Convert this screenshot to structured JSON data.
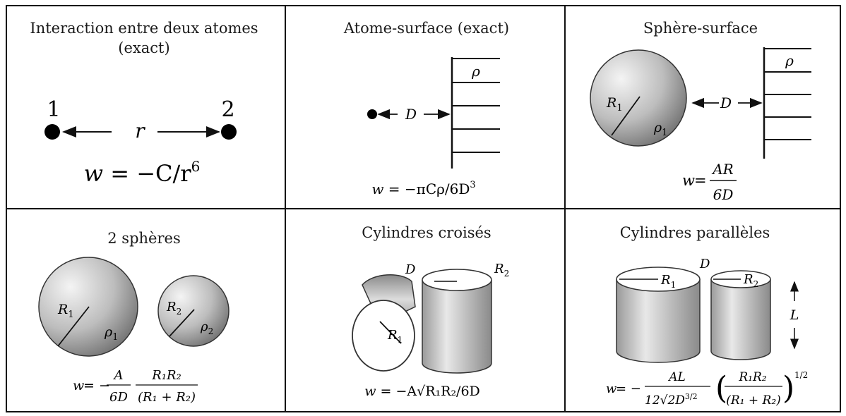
{
  "cells": [
    {
      "title_lines": [
        "Interaction entre deux atomes",
        "(exact)"
      ],
      "labels": {
        "atom1": "1",
        "atom2": "2",
        "r": "r"
      },
      "formula": {
        "w": "w",
        "eq": " = −C/r",
        "exp": "6"
      }
    },
    {
      "title_lines": [
        "Atome-surface (exact)"
      ],
      "labels": {
        "rho": "ρ",
        "D": "D"
      },
      "formula": {
        "w": "w",
        "eq": " = −πCρ/6D",
        "exp": "3"
      }
    },
    {
      "title_lines": [
        "Sphère-surface"
      ],
      "labels": {
        "rho": "ρ",
        "R": "R",
        "R_sub": "1",
        "rho1": "ρ",
        "rho1_sub": "1",
        "D": "D"
      },
      "formula": {
        "w": "w",
        "eq": " = ",
        "num": "AR",
        "den": "6D"
      }
    },
    {
      "title_lines": [
        "2 sphères"
      ],
      "labels": {
        "R1": "R",
        "R1_sub": "1",
        "rho1": "ρ",
        "rho1_sub": "1",
        "R2": "R",
        "R2_sub": "2",
        "rho2": "ρ",
        "rho2_sub": "2"
      },
      "formula": {
        "w": "w",
        "eq": " = −",
        "num1": "A",
        "den1": "6D",
        "num2": "R₁R₂",
        "den2": "(R₁ + R₂)"
      }
    },
    {
      "title_lines": [
        "Cylindres croisés"
      ],
      "labels": {
        "D": "D",
        "R1": "R",
        "R1_sub": "1",
        "R2": "R",
        "R2_sub": "2"
      },
      "formula": {
        "w": "w",
        "eq": " = −A√R₁R₂/6D"
      }
    },
    {
      "title_lines": [
        "Cylindres parallèles"
      ],
      "labels": {
        "D": "D",
        "R1": "R",
        "R1_sub": "1",
        "R2": "R",
        "R2_sub": "2",
        "L": "L"
      },
      "formula": {
        "w": "w",
        "eq": " = −",
        "num1": "AL",
        "den1_a": "12√2D",
        "den1_exp": "3/2",
        "num2": "R₁R₂",
        "den2": "(R₁ + R₂)",
        "exp": "1/2"
      }
    }
  ]
}
